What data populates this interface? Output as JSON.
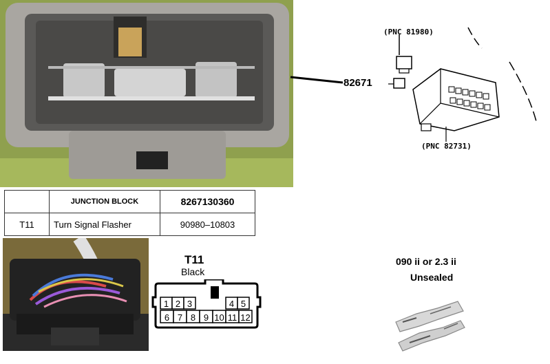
{
  "callouts": {
    "pnc_top": "(PNC 81980)",
    "part_number": "82671",
    "pnc_bottom": "(PNC 82731)"
  },
  "table": {
    "header": [
      "",
      "JUNCTION BLOCK",
      "8267130360"
    ],
    "rows": [
      [
        "T11",
        "Turn Signal Flasher",
        "90980–10803"
      ]
    ]
  },
  "connector": {
    "name": "T11",
    "color": "Black",
    "top_row_pins": [
      "1",
      "2",
      "3",
      "4",
      "5"
    ],
    "bottom_row_pins": [
      "6",
      "7",
      "8",
      "9",
      "10",
      "11",
      "12"
    ]
  },
  "terminal": {
    "type": "090 ii or 2.3 ii",
    "seal": "Unsealed"
  },
  "icons": [
    "connector-photo",
    "harness-photo",
    "junction-block-drawing",
    "terminal-photo"
  ]
}
